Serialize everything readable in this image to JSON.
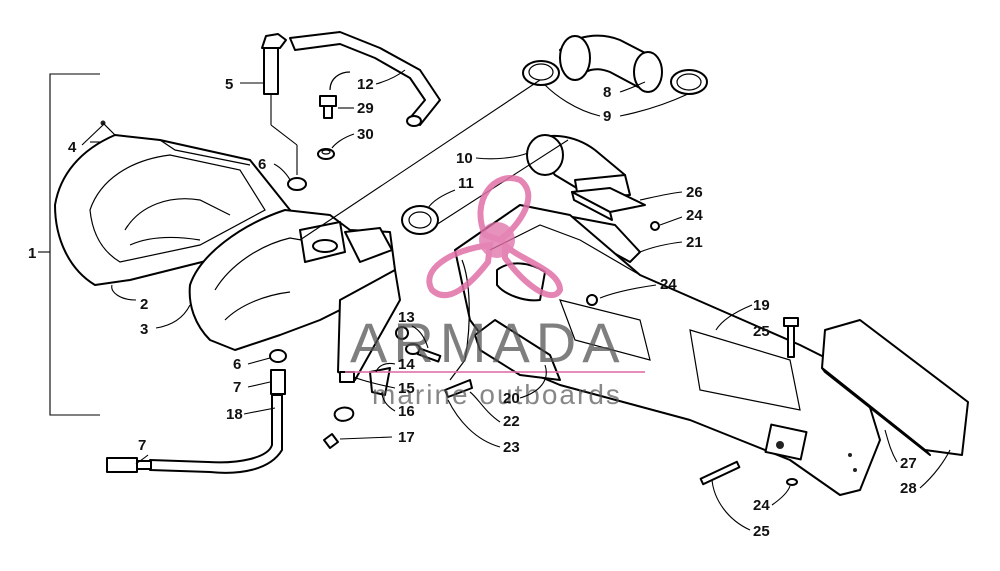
{
  "watermark": {
    "brand": "ARMADA",
    "tagline": "marine outboards",
    "logo_color": "#e070a8",
    "text_color": "#555555"
  },
  "callouts": [
    "1",
    "2",
    "3",
    "4",
    "5",
    "6",
    "6",
    "7",
    "7",
    "8",
    "9",
    "10",
    "11",
    "12",
    "13",
    "14",
    "15",
    "16",
    "17",
    "18",
    "19",
    "20",
    "21",
    "22",
    "23",
    "24",
    "24",
    "24",
    "25",
    "25",
    "26",
    "27",
    "28",
    "29",
    "30"
  ]
}
